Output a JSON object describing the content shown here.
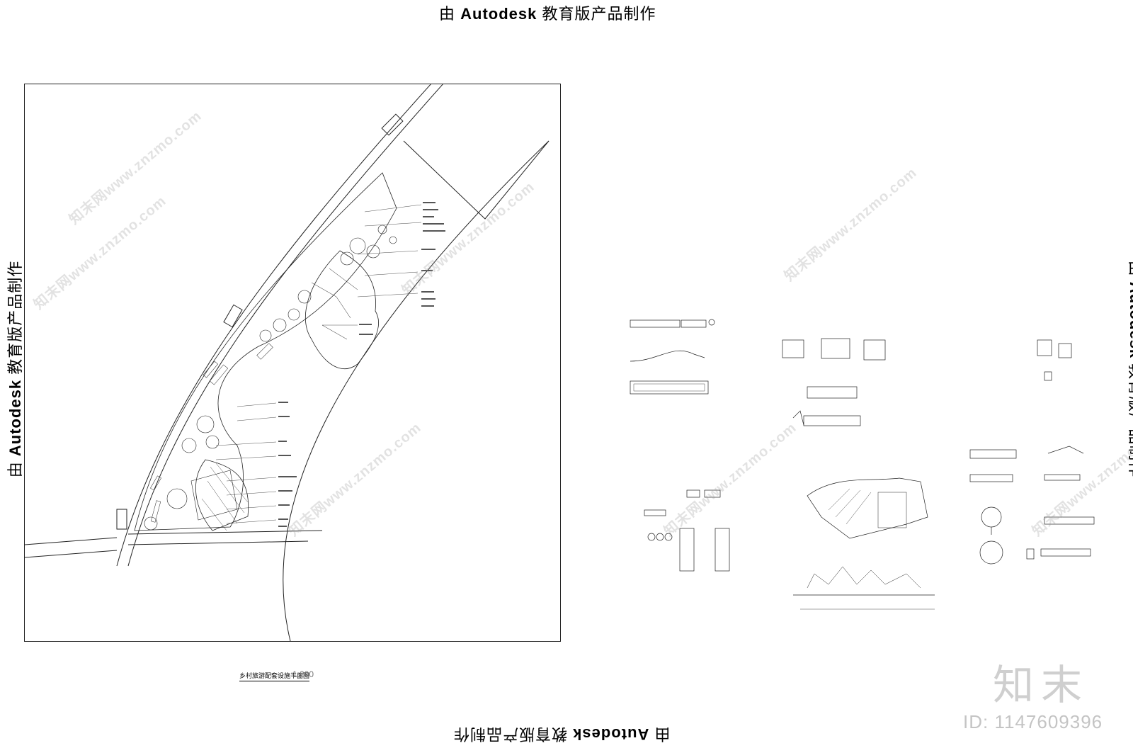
{
  "stamp": {
    "prefix": "由 ",
    "brand": "Autodesk",
    "suffix": " 教育版产品制作"
  },
  "plan": {
    "title": "乡村旅游配套设施平面图",
    "scale": "1:200"
  },
  "watermark": {
    "site": "知末网www.znzmo.com"
  },
  "brand_logo": "知末",
  "image_id": "ID: 1147609396",
  "colors": {
    "line": "#222222",
    "watermark": "#9a9a9a",
    "brand": "#cfcfcf"
  }
}
